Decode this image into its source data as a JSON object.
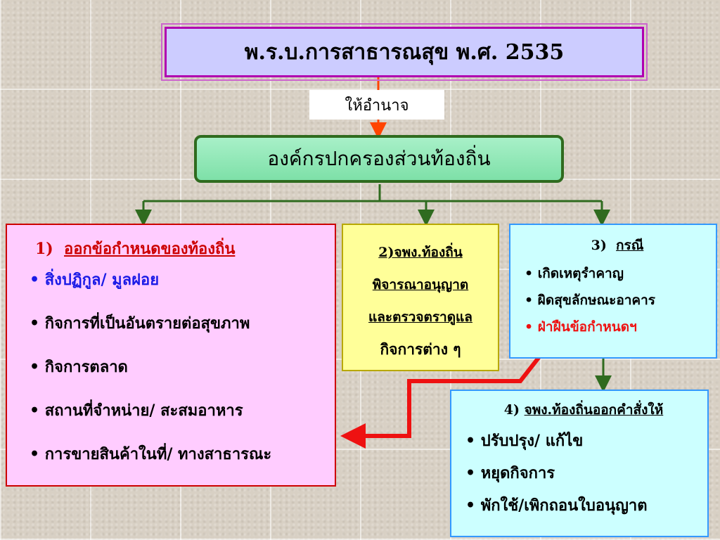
{
  "title": "พ.ร.บ.การสาธารณสุข พ.ศ. 2535",
  "authority_label": "ให้อำนาจ",
  "organization": "องค์กรปกครองส่วนท้องถิ่น",
  "box1": {
    "number": "1)",
    "heading": "ออกข้อกำหนดของท้องถิ่น",
    "items": [
      "สิ่งปฏิกูล/ มูลฝอย",
      "กิจการที่เป็นอันตรายต่อสุขภาพ",
      "กิจการตลาด",
      "สถานที่จำหน่าย/ สะสมอาหาร",
      "การขายสินค้าในที่/ ทางสาธารณะ"
    ]
  },
  "box2": {
    "number": "2)",
    "lines": [
      "จพง.ท้องถิ่น",
      "พิจารณาอนุญาต",
      "และตรวจตราดูแล",
      "กิจการต่าง ๆ"
    ]
  },
  "box3": {
    "number": "3)",
    "heading": "กรณี",
    "items": [
      "เกิดเหตุรำคาญ",
      "ผิดสุขลักษณะอาคาร",
      "ฝ่าฝืนข้อกำหนดฯ"
    ]
  },
  "box4": {
    "number": "4)",
    "heading": "จพง.ท้องถิ่นออกคำสั่งให้",
    "items": [
      "ปรับปรุง/ แก้ไข",
      "หยุดกิจการ",
      "พักใช้/เพิกถอนใบอนุญาต"
    ]
  },
  "colors": {
    "green_connector": "#2f6b1f",
    "red_arrow": "#ee1111",
    "orange_arrow": "#ff4400"
  }
}
